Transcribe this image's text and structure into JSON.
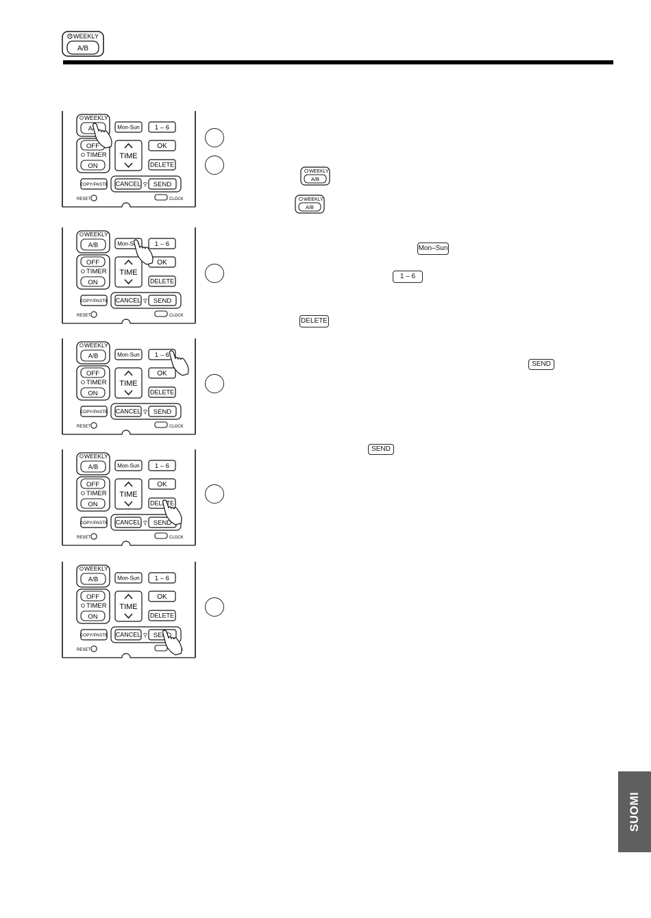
{
  "header": {
    "weekly_label": "WEEKLY",
    "ab_label": "A/B"
  },
  "remote": {
    "weekly": "WEEKLY",
    "ab": "A/B",
    "mon_sun": "Mon-Sun",
    "one_six": "1 – 6",
    "off": "OFF",
    "ok": "OK",
    "timer": "TIMER",
    "time": "TIME",
    "on": "ON",
    "delete": "DELETE",
    "copy_paste": "COPY/PASTE",
    "cancel": "CANCEL",
    "send": "SEND",
    "reset": "RESET",
    "clock": "CLOCK"
  },
  "panels": [
    {
      "pressed": "weekly"
    },
    {
      "pressed": "mon_sun"
    },
    {
      "pressed": "one_six"
    },
    {
      "pressed": "delete"
    },
    {
      "pressed": "send"
    }
  ],
  "inline_keys": {
    "weekly": "WEEKLY",
    "ab": "A/B",
    "mon_sun": "Mon–Sun",
    "one_six": "1 – 6",
    "delete": "DELETE",
    "send": "SEND"
  },
  "side_tab": "SUOMI"
}
